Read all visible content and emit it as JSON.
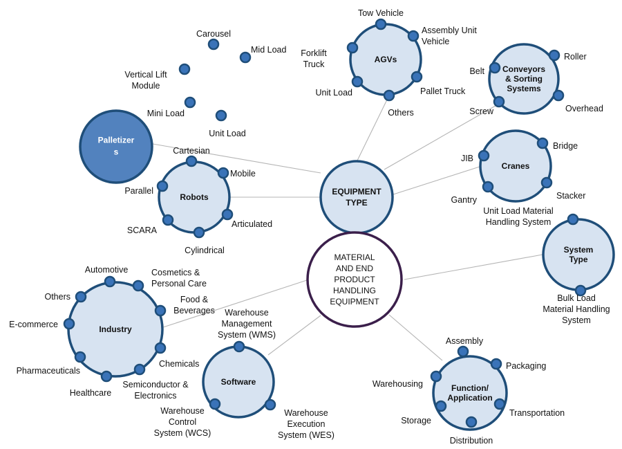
{
  "colors": {
    "cluster_fill": "#d7e3f1",
    "cluster_stroke": "#1f4e79",
    "dot_fill": "#3a73b8",
    "solid_fill": "#5282be",
    "main_hub_stroke": "#3b1f4b",
    "connector": "#b4b4b4"
  },
  "hubs": {
    "main": {
      "lines": [
        "MATERIAL",
        "AND END",
        "PRODUCT",
        "HANDLING",
        "EQUIPMENT"
      ]
    },
    "equipment_type": {
      "lines": [
        "EQUIPMENT",
        "TYPE"
      ]
    }
  },
  "clusters": {
    "agvs": {
      "title": [
        "AGVs"
      ],
      "items": [
        [
          "Tow Vehicle"
        ],
        [
          "Assembly Unit",
          "Vehicle"
        ],
        [
          "Pallet Truck"
        ],
        [
          "Others"
        ],
        [
          "Unit Load"
        ],
        [
          "Forklift",
          "Truck"
        ]
      ]
    },
    "conveyors": {
      "title": [
        "Conveyors",
        "& Sorting",
        "Systems"
      ],
      "items": [
        [
          "Roller"
        ],
        [
          "Overhead"
        ],
        [
          "Screw"
        ],
        [
          "Belt"
        ]
      ]
    },
    "asrs_loose": {
      "items": [
        [
          "Carousel"
        ],
        [
          "Mid Load"
        ],
        [
          "Vertical Lift",
          "Module"
        ],
        [
          "Mini Load"
        ],
        [
          "Unit Load"
        ]
      ]
    },
    "palletizers": {
      "title": [
        "Palletizer",
        "s"
      ]
    },
    "robots": {
      "title": [
        "Robots"
      ],
      "items": [
        [
          "Cartesian"
        ],
        [
          "Mobile"
        ],
        [
          "Articulated"
        ],
        [
          "Cylindrical"
        ],
        [
          "SCARA"
        ],
        [
          "Parallel"
        ]
      ]
    },
    "cranes": {
      "title": [
        "Cranes"
      ],
      "items": [
        [
          "Bridge"
        ],
        [
          "Stacker"
        ],
        [
          "Gantry"
        ],
        [
          "JIB"
        ]
      ]
    },
    "system_type": {
      "title": [
        "System",
        "Type"
      ],
      "items": [
        [
          "Unit Load Material",
          "Handling System"
        ],
        [
          "Bulk Load",
          "Material Handling",
          "System"
        ]
      ]
    },
    "industry": {
      "title": [
        "Industry"
      ],
      "items": [
        [
          "Automotive"
        ],
        [
          "Cosmetics &",
          "Personal Care"
        ],
        [
          "Food &",
          "Beverages"
        ],
        [
          "Chemicals"
        ],
        [
          "Semiconductor &",
          "Electronics"
        ],
        [
          "Healthcare"
        ],
        [
          "Pharmaceuticals"
        ],
        [
          "E-commerce"
        ],
        [
          "Others"
        ]
      ]
    },
    "software": {
      "title": [
        "Software"
      ],
      "items": [
        [
          "Warehouse",
          "Management",
          "System (WMS)"
        ],
        [
          "Warehouse",
          "Execution",
          "System (WES)"
        ],
        [
          "Warehouse",
          "Control",
          "System (WCS)"
        ]
      ]
    },
    "function": {
      "title": [
        "Function/",
        "Application"
      ],
      "items": [
        [
          "Assembly"
        ],
        [
          "Packaging"
        ],
        [
          "Transportation"
        ],
        [
          "Distribution"
        ],
        [
          "Storage"
        ],
        [
          "Warehousing"
        ]
      ]
    }
  }
}
